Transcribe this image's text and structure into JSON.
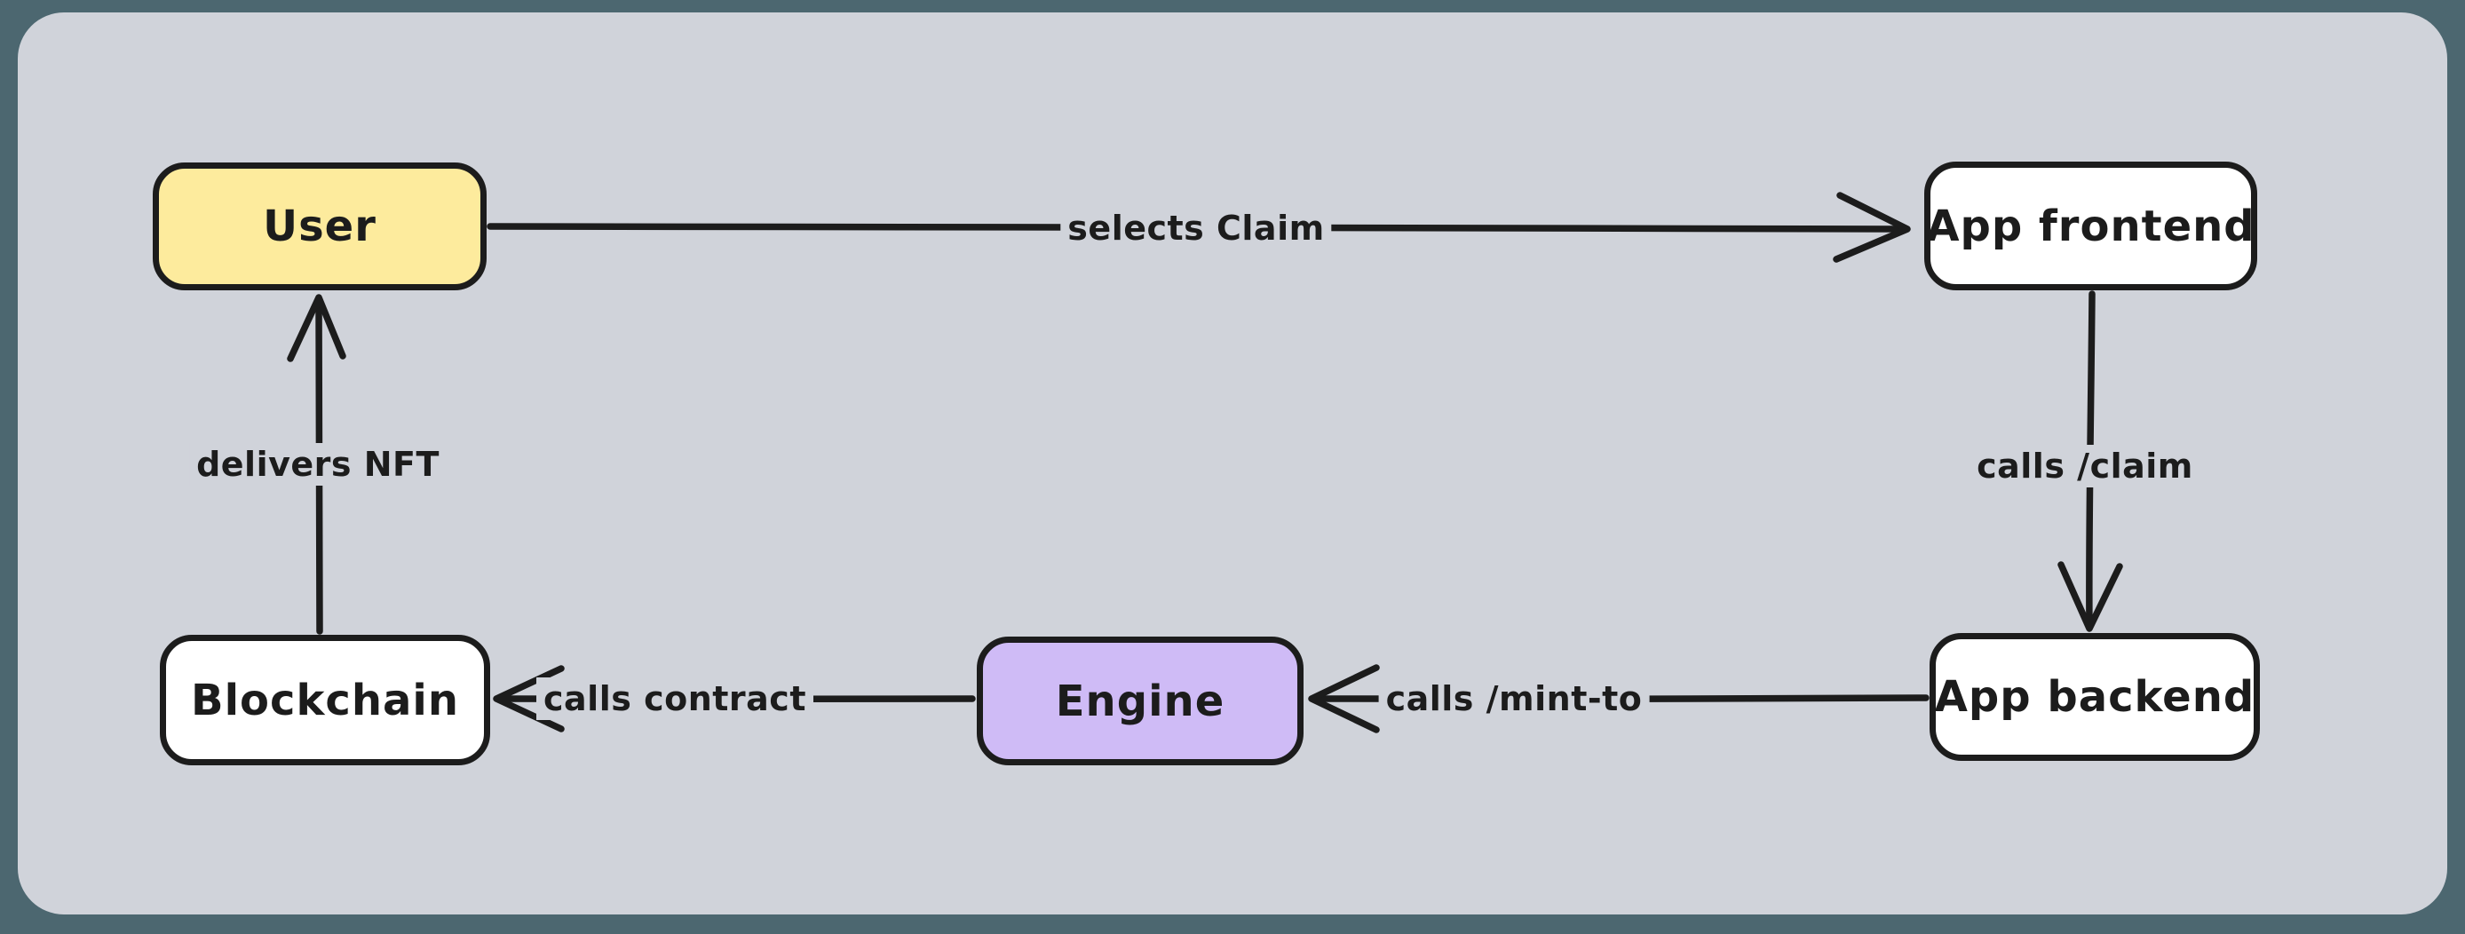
{
  "diagram": {
    "colors": {
      "frame_background": "#4c6770",
      "canvas_background": "#d0d3da",
      "stroke": "#1c1c1c",
      "node_user_fill": "#fdeb9d",
      "node_engine_fill": "#cfbbf6",
      "node_default_fill": "#ffffff"
    },
    "nodes": [
      {
        "id": "user",
        "label": "User",
        "fill": "#fdeb9d"
      },
      {
        "id": "app-frontend",
        "label": "App frontend",
        "fill": "#ffffff"
      },
      {
        "id": "app-backend",
        "label": "App backend",
        "fill": "#ffffff"
      },
      {
        "id": "engine",
        "label": "Engine",
        "fill": "#cfbbf6"
      },
      {
        "id": "blockchain",
        "label": "Blockchain",
        "fill": "#ffffff"
      }
    ],
    "edges": [
      {
        "from": "User",
        "to": "App frontend",
        "label": "selects Claim"
      },
      {
        "from": "App frontend",
        "to": "App backend",
        "label": "calls /claim"
      },
      {
        "from": "App backend",
        "to": "Engine",
        "label": "calls /mint-to"
      },
      {
        "from": "Engine",
        "to": "Blockchain",
        "label": "calls contract"
      },
      {
        "from": "Blockchain",
        "to": "User",
        "label": "delivers NFT"
      }
    ]
  }
}
